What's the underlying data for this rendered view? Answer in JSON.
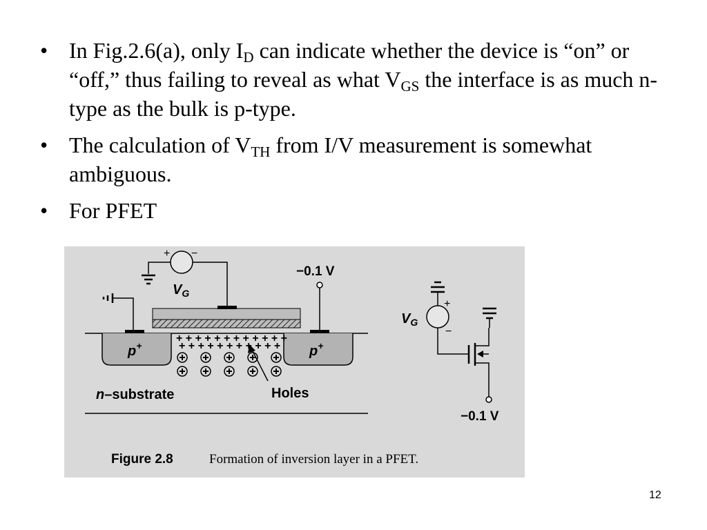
{
  "bullets": [
    {
      "parts": [
        "In Fig.2.6(a), only I",
        "D",
        " can indicate whether the device is “on” or “off,” thus failing to reveal as what V",
        "GS",
        " the interface is as much n-type as the bulk is p-type."
      ]
    },
    {
      "parts": [
        "The calculation of V",
        "TH",
        " from I/V measurement is somewhat ambiguous."
      ]
    },
    {
      "parts": [
        "For PFET"
      ]
    }
  ],
  "bullet_symbol": "•",
  "figure": {
    "source_plus": "+",
    "source_minus": "−",
    "vg_left_v": "V",
    "vg_left_sub": "G",
    "drain_voltage_top": "−0.1 V",
    "p_left": "p",
    "p_left_sup": "+",
    "p_right": "p",
    "p_right_sup": "+",
    "substrate_n": "n",
    "substrate_rest": "–substrate",
    "holes_label": "Holes",
    "vg_right_v": "V",
    "vg_right_sub": "G",
    "vg_right_plus": "+",
    "vg_right_minus": "−",
    "drain_voltage_bottom": "−0.1 V",
    "caption_label": "Figure 2.8",
    "caption_text": "Formation of inversion layer in a PFET."
  },
  "slide_number": "12"
}
